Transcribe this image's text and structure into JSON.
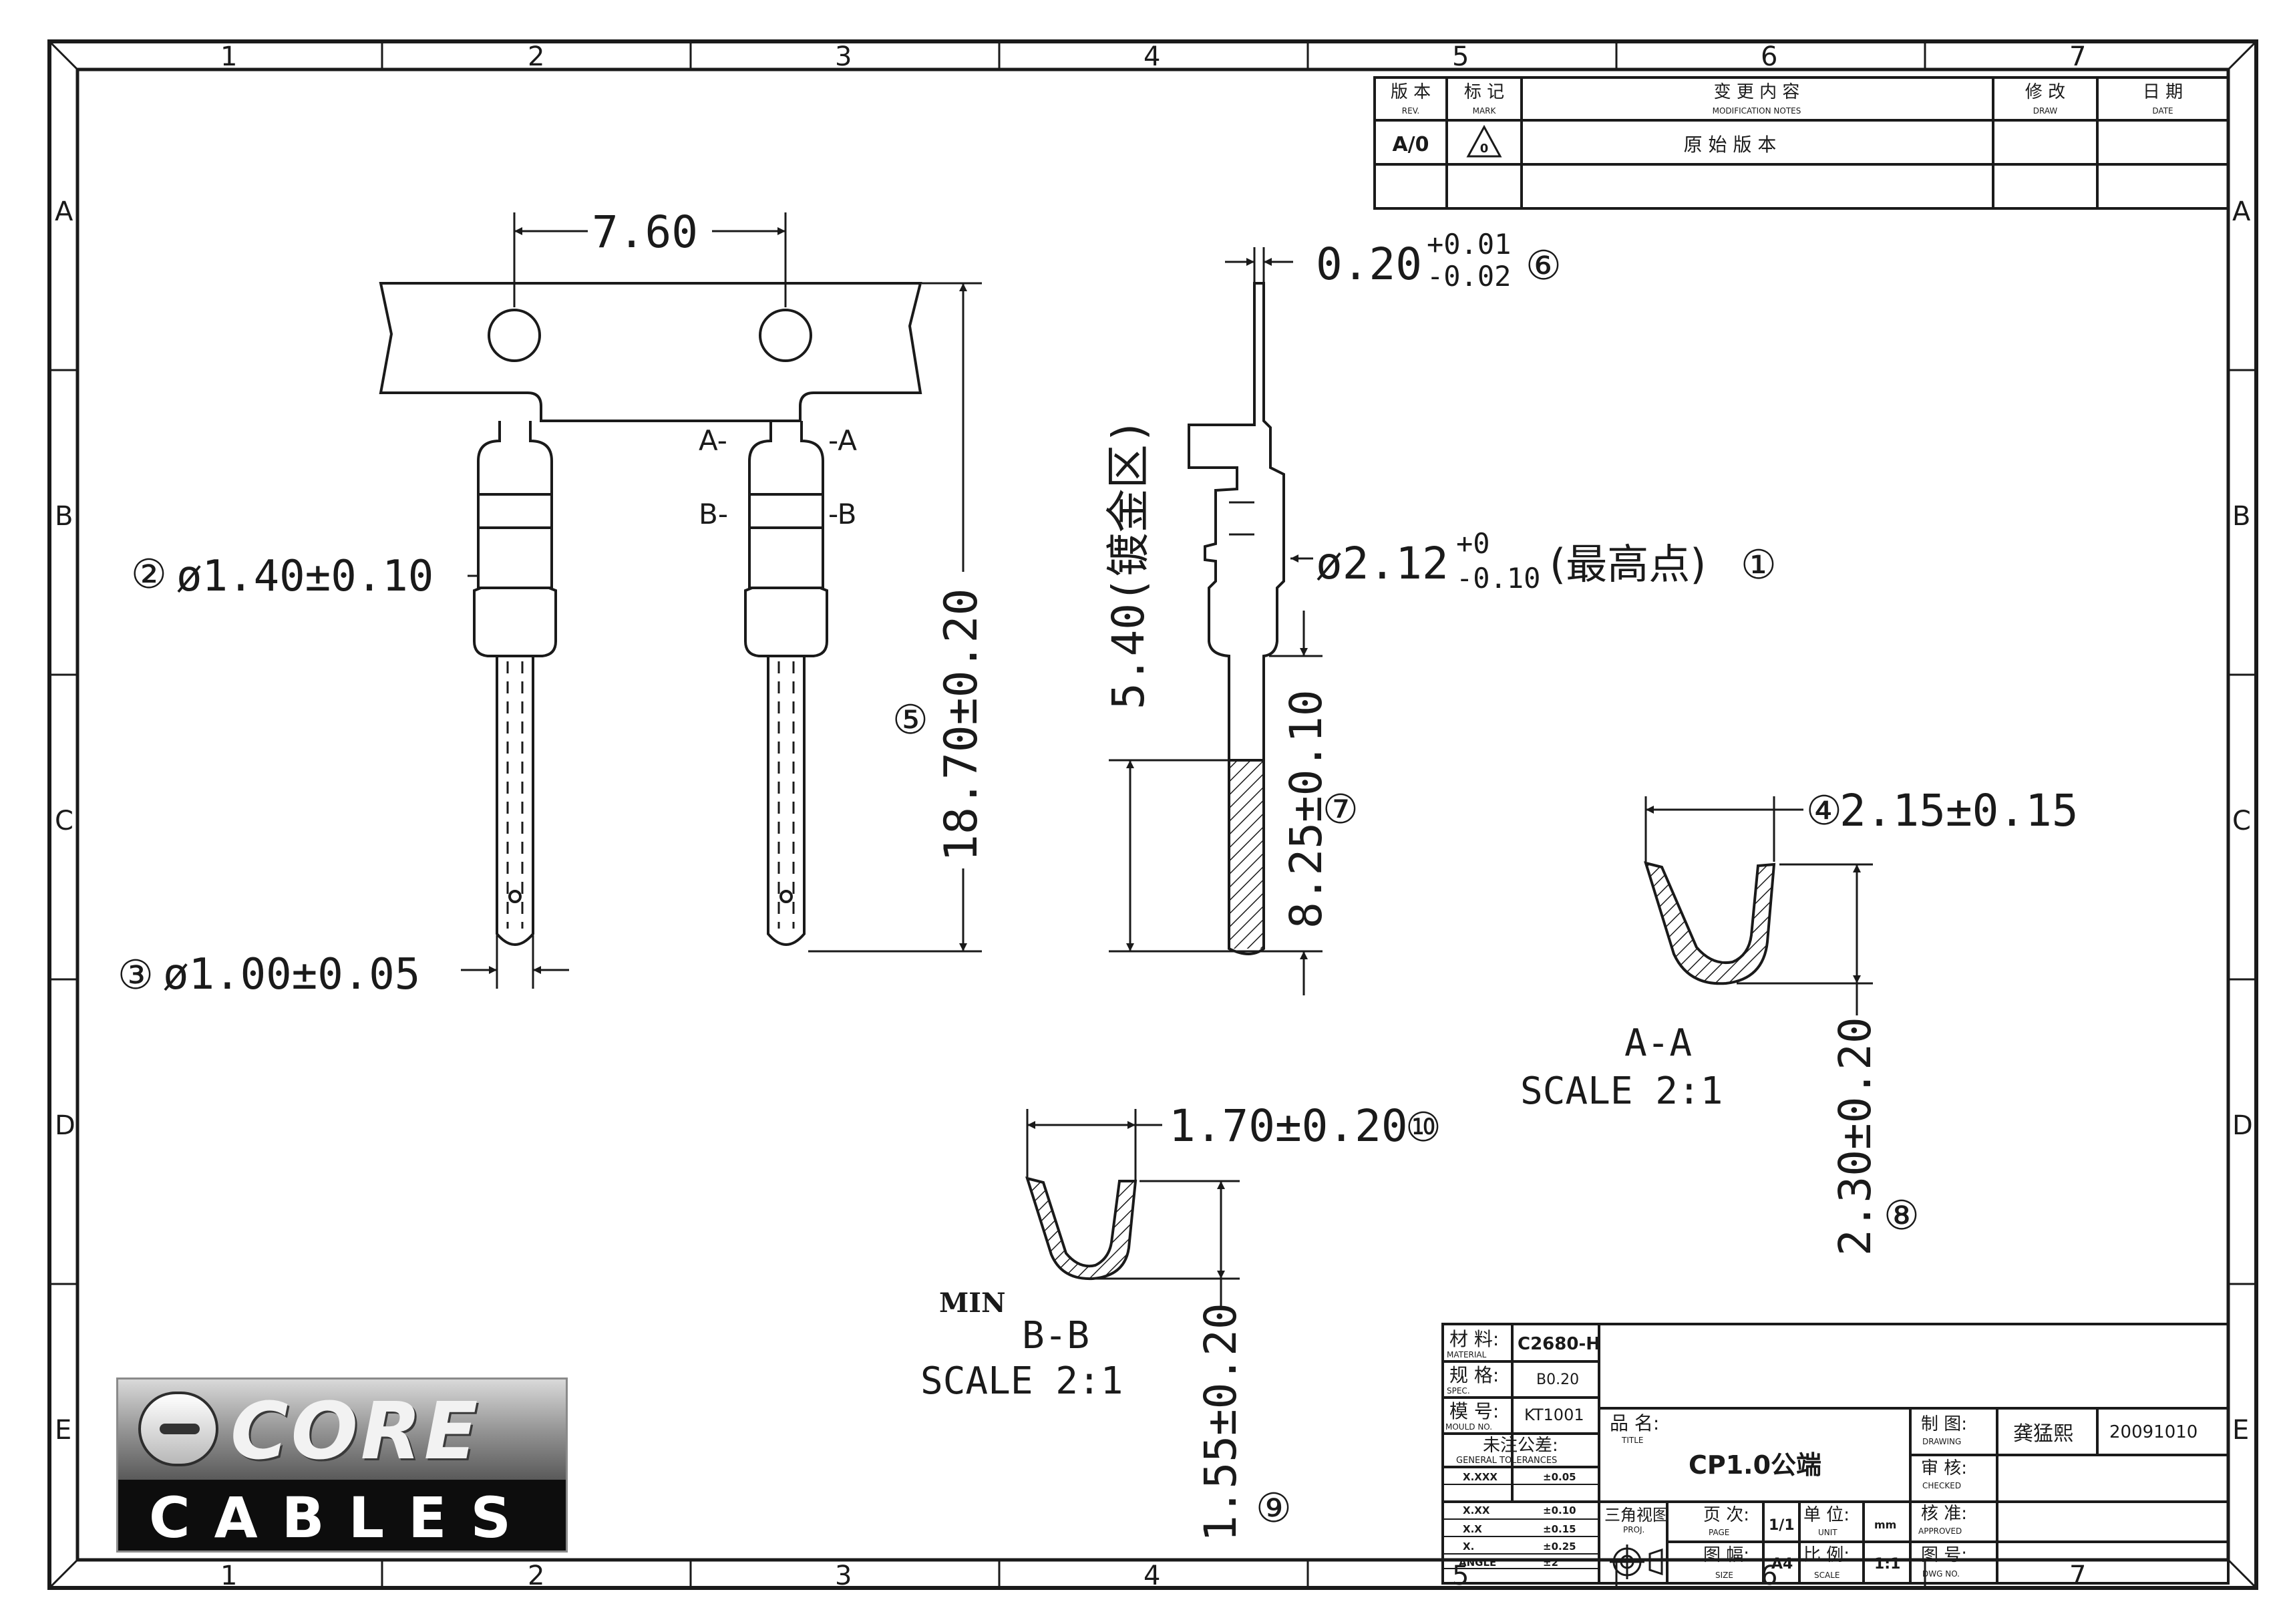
{
  "zone_numbers": [
    "1",
    "2",
    "3",
    "4",
    "5",
    "6",
    "7"
  ],
  "zone_letters": [
    "A",
    "B",
    "C",
    "D",
    "E"
  ],
  "revision_table": {
    "headers": [
      {
        "zh": "版 本",
        "en": "REV."
      },
      {
        "zh": "标 记",
        "en": "MARK"
      },
      {
        "zh": "变 更 内 容",
        "en": "MODIFICATION NOTES"
      },
      {
        "zh": "修 改",
        "en": "DRAW"
      },
      {
        "zh": "日 期",
        "en": "DATE"
      }
    ],
    "row": {
      "rev": "A/0",
      "mark": "0",
      "notes": "原 始 版 本"
    }
  },
  "dimensions": {
    "pitch": "7.60",
    "thickness_main": "0.20",
    "thickness_tol_plus": "+0.01",
    "thickness_tol_minus": "-0.02",
    "d_shoulder_main": "ø2.12",
    "d_shoulder_plus": "+0",
    "d_shoulder_minus": "-0.10",
    "d_shoulder_note": "(最高点)",
    "d_body": "ø1.40±0.10",
    "d_pin": "ø1.00±0.05",
    "length_total": "18.70±0.20",
    "length_plated": "8.25±0.10",
    "plating": "5.40(镀金区)",
    "aa_width": "2.15±0.15",
    "aa_height": "2.30±0.20",
    "bb_width": "1.70±0.20",
    "bb_height": "1.55±0.20",
    "bb_min": "MIN"
  },
  "callouts": [
    "①",
    "②",
    "③",
    "④",
    "⑤",
    "⑥",
    "⑦",
    "⑧",
    "⑨",
    "⑩"
  ],
  "section_marks": {
    "a_left": "A-",
    "a_right": "-A",
    "b_left": "B-",
    "b_right": "-B"
  },
  "section_views": {
    "aa_title": "A-A",
    "aa_scale": "SCALE 2:1",
    "bb_title": "B-B",
    "bb_scale": "SCALE 2:1"
  },
  "title_block": {
    "material_label": "材 料:",
    "material_label_en": "MATERIAL",
    "material": "C2680-H",
    "spec_label": "规 格:",
    "spec_label_en": "SPEC.",
    "spec": "B0.20",
    "mould_label": "模 号:",
    "mould_label_en": "MOULD NO.",
    "mould": "KT1001",
    "tol_label": "未注公差:",
    "tol_label_en": "GENERAL TOLERANCES",
    "tolerances": [
      {
        "k": "X.XXX",
        "v": "±0.05"
      },
      {
        "k": "X.XX",
        "v": "±0.10"
      },
      {
        "k": "X.X",
        "v": "±0.15"
      },
      {
        "k": "X.",
        "v": "±0.25"
      },
      {
        "k": "ANGLE",
        "v": "±2°"
      }
    ],
    "title_label": "品 名:",
    "title_label_en": "TITLE",
    "title": "CP1.0公端",
    "proj_label": "三角视图",
    "proj_label_en": "PROJ.",
    "page_label": "页 次:",
    "page_label_en": "PAGE",
    "page": "1/1",
    "unit_label": "单 位:",
    "unit_label_en": "UNIT",
    "unit": "mm",
    "size_label": "图 幅:",
    "size_label_en": "SIZE",
    "size": "A4",
    "scale_label": "比 例:",
    "scale_label_en": "SCALE",
    "scale": "1:1",
    "drawn_label": "制 图:",
    "drawn_label_en": "DRAWING",
    "drawn_by": "龚猛熙",
    "date": "20091010",
    "checked_label": "审 核:",
    "checked_label_en": "CHECKED",
    "approved_label": "核 准:",
    "approved_label_en": "APPROVED",
    "dwg_label": "图 号:",
    "dwg_label_en": "DWG NO."
  },
  "logo": {
    "brand": "CORE",
    "sub": "CABLES"
  }
}
